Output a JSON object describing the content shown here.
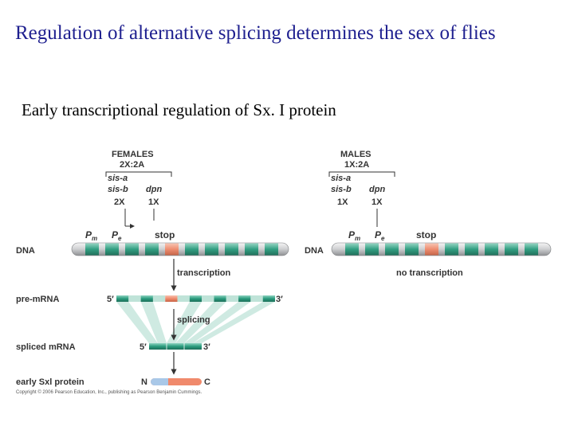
{
  "slide": {
    "title": "Regulation of alternative splicing determines the sex of flies",
    "subtitle": "Early transcriptional regulation of Sx. I protein"
  },
  "figure": {
    "females": {
      "heading": "FEMALES",
      "ratio": "2X:2A",
      "sisa": "sis-a",
      "sisb": "sis-b",
      "dpn": "dpn",
      "sis_dose": "2X",
      "dpn_dose": "1X"
    },
    "males": {
      "heading": "MALES",
      "ratio": "1X:2A",
      "sisa": "sis-a",
      "sisb": "sis-b",
      "dpn": "dpn",
      "sis_dose": "1X",
      "dpn_dose": "1X"
    },
    "promoter_pm_base": "P",
    "promoter_pm_sub": "m",
    "promoter_pe_base": "P",
    "promoter_pe_sub": "e",
    "stop_label": "stop",
    "row_labels": {
      "dna": "DNA",
      "pre_mrna": "pre-mRNA",
      "spliced_mrna": "spliced mRNA",
      "early_protein": "early Sxl protein"
    },
    "dna_label_males": "DNA",
    "process_labels": {
      "transcription": "transcription",
      "splicing": "splicing",
      "no_transcription": "no transcription"
    },
    "ends": {
      "five_prime": "5′",
      "three_prime": "3′",
      "n_term": "N",
      "c_term": "C"
    },
    "copyright": "Copyright © 2006 Pearson Education, Inc., publishing as Pearson Benjamin Cummings.",
    "colors": {
      "title": "#1e1f8f",
      "exon": "#2a9c7e",
      "stop_exon": "#f08a6c",
      "dna_tube": "#c9cacc",
      "splice_fan": "#bfe3d8",
      "protein_n": "#a9c8e8",
      "protein_c": "#f08a6c"
    }
  }
}
